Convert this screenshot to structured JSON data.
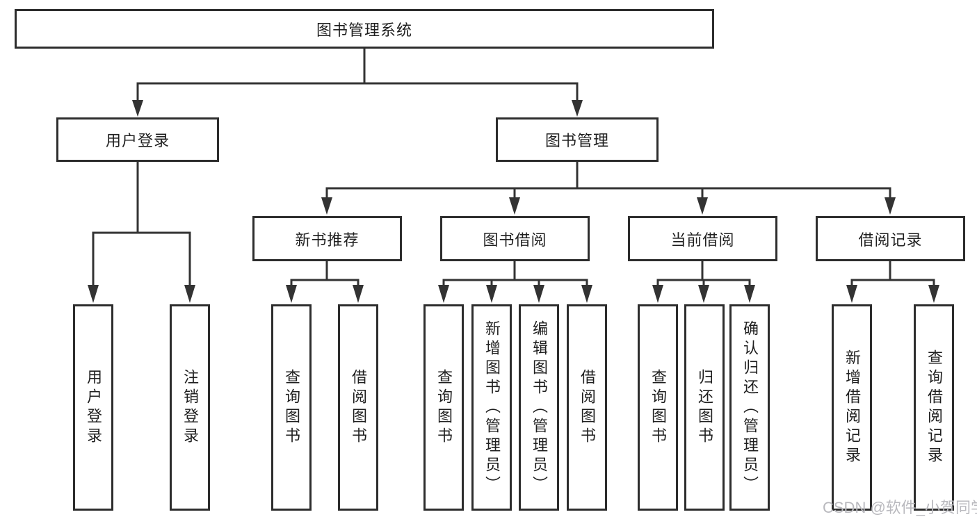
{
  "diagram": {
    "root": "图书管理系统",
    "branches": [
      {
        "label": "用户登录",
        "children": [
          "用户登录",
          "注销登录"
        ]
      },
      {
        "label": "图书管理",
        "sections": [
          {
            "label": "新书推荐",
            "children": [
              "查询图书",
              "借阅图书"
            ]
          },
          {
            "label": "图书借阅",
            "children": [
              "查询图书",
              "新增图书（管理员）",
              "编辑图书（管理员）",
              "借阅图书"
            ]
          },
          {
            "label": "当前借阅",
            "children": [
              "查询图书",
              "归还图书",
              "确认归还（管理员）"
            ]
          },
          {
            "label": "借阅记录",
            "children": [
              "新增借阅记录",
              "查询借阅记录"
            ]
          }
        ]
      }
    ]
  },
  "watermark": {
    "text": "CSDN @软件_小贺同学"
  },
  "colors": {
    "line": "#333333",
    "box_border": "#2d2d2d",
    "text": "#1f1f1f",
    "background": "#ffffff",
    "watermark": "#b9b9be"
  }
}
